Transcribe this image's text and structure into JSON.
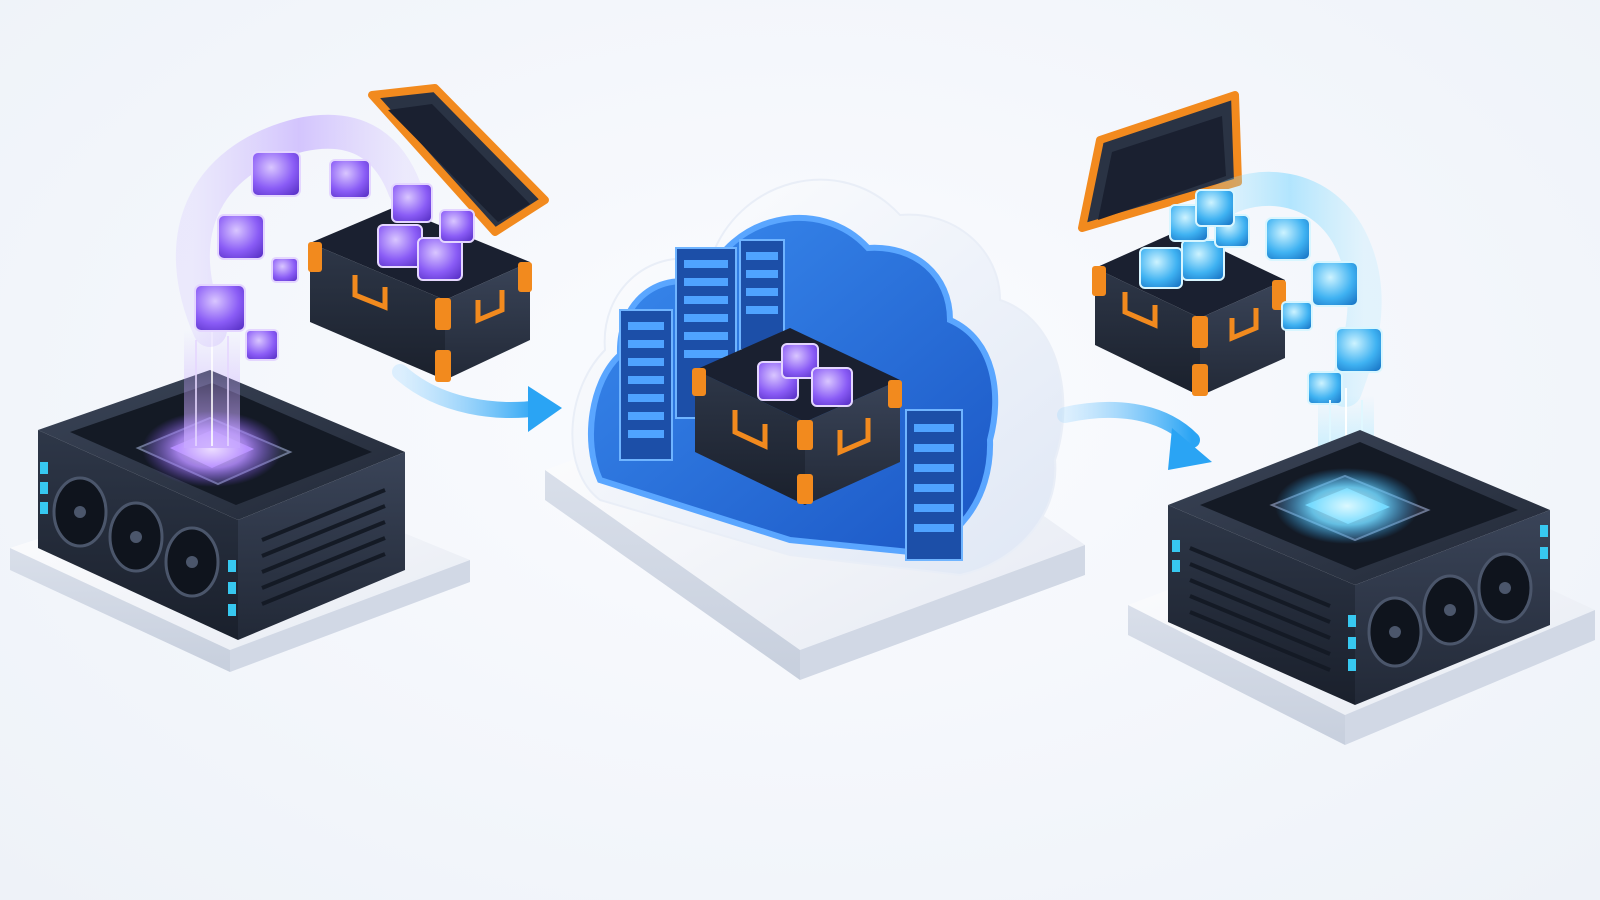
{
  "diagram": {
    "nodes": [
      {
        "id": "source-machine",
        "kind": "compute-server",
        "glow_color": "#9b6bff"
      },
      {
        "id": "packing-case-source",
        "kind": "open-transport-case",
        "payload": "purple-cubes"
      },
      {
        "id": "cloud-storage",
        "kind": "cloud-with-server-racks",
        "payload": "packed-case"
      },
      {
        "id": "packing-case-destination",
        "kind": "open-transport-case",
        "payload": "blue-cubes"
      },
      {
        "id": "destination-machine",
        "kind": "compute-server",
        "glow_color": "#3ec2ff"
      }
    ],
    "edges": [
      {
        "from": "source-machine",
        "to": "packing-case-source",
        "style": "cube-stream"
      },
      {
        "from": "packing-case-source",
        "to": "cloud-storage",
        "style": "arrow"
      },
      {
        "from": "cloud-storage",
        "to": "packing-case-destination",
        "style": "arrow"
      },
      {
        "from": "packing-case-destination",
        "to": "destination-machine",
        "style": "cube-stream"
      }
    ],
    "colors": {
      "machine_body": "#1d2433",
      "machine_panel": "#2b3446",
      "accent_orange": "#f28a1e",
      "accent_cyan": "#37c8f0",
      "purple_cube": "#8a5cf6",
      "blue_cube": "#3fb2f2",
      "cloud_inner": "#1f6fd8",
      "arrow": "#32a9f2",
      "platform": "#e6eaf2"
    },
    "icons": [
      "server-icon",
      "chip-icon",
      "fan-icon",
      "case-icon",
      "cube-icon",
      "cloud-icon",
      "rack-icon",
      "arrow-icon"
    ]
  }
}
